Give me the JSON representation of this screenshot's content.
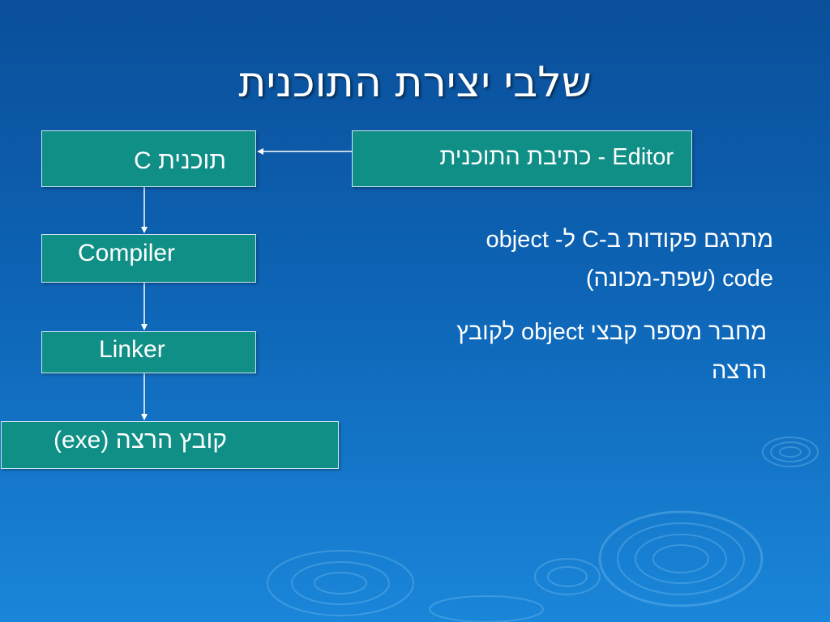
{
  "slide": {
    "title": "שלבי יצירת התוכנית",
    "boxes": {
      "c_program": "תוכנית C",
      "editor": "Editor - כתיבת התוכנית",
      "compiler": "Compiler",
      "linker": "Linker",
      "executable": "קובץ הרצה (exe)"
    },
    "descriptions": {
      "compiler_line1": "מתרגם פקודות ב-C ל- object",
      "compiler_line2": "code (שפת-מכונה)",
      "linker_line1": "מחבר מספר קבצי object לקובץ",
      "linker_line2": "הרצה"
    }
  },
  "colors": {
    "background_top": "#0a4f9a",
    "background_bottom": "#1a86d9",
    "box_fill": "#0f8f86",
    "text": "#ffffff"
  }
}
